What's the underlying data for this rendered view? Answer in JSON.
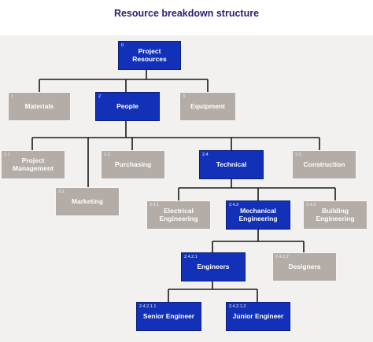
{
  "title": "Resource breakdown structure",
  "colors": {
    "primary": "#1230b8",
    "secondary": "#b3aca7",
    "connector": "#1a1a1a",
    "title": "#2a1f6e",
    "background": "#f2f1f0"
  },
  "nodes": {
    "root": {
      "code": "0",
      "label": "Project Resources"
    },
    "materials": {
      "code": "1",
      "label": "Materials"
    },
    "people": {
      "code": "2",
      "label": "People"
    },
    "equipment": {
      "code": "3",
      "label": "Equipment"
    },
    "project_mgmt": {
      "code": "2.1",
      "label": "Project Management"
    },
    "marketing": {
      "code": "2.2",
      "label": "Marketing"
    },
    "purchasing": {
      "code": "2.3",
      "label": "Purchasing"
    },
    "technical": {
      "code": "2.4",
      "label": "Technical"
    },
    "construction": {
      "code": "2.5",
      "label": "Construction"
    },
    "electrical": {
      "code": "2.4.1",
      "label": "Electrical Engineering"
    },
    "mechanical": {
      "code": "2.4.2",
      "label": "Mechanical Engineering"
    },
    "building": {
      "code": "2.4.3",
      "label": "Building Engineering"
    },
    "engineers": {
      "code": "2.4.2.1",
      "label": "Engineers"
    },
    "designers": {
      "code": "2.4.2.2",
      "label": "Designers"
    },
    "senior": {
      "code": "2.4.2.1.1",
      "label": "Senior Engineer"
    },
    "junior": {
      "code": "2.4.2.1.2",
      "label": "Junior Engineer"
    }
  }
}
